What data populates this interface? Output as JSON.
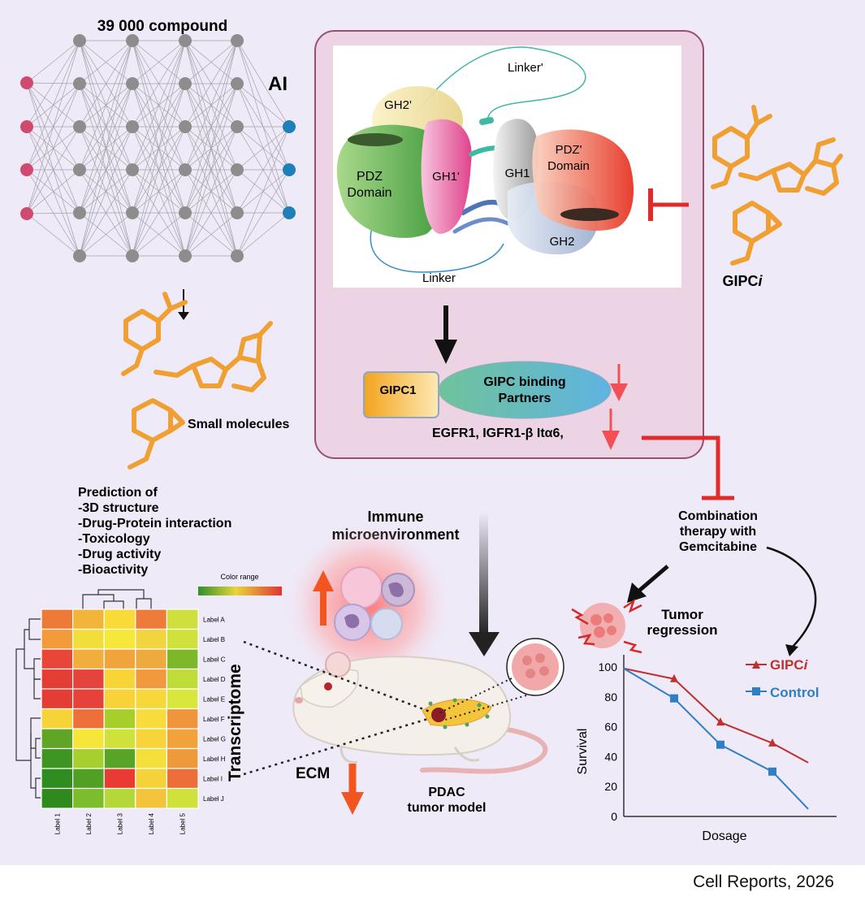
{
  "network": {
    "title": "39 000 compound",
    "ai_label": "AI"
  },
  "small_molecules": {
    "label": "Small molecules"
  },
  "prediction": {
    "lines": [
      "Prediction of",
      "-3D structure",
      "-Drug-Protein interaction",
      "-Toxicology",
      "-Drug activity",
      "-Bioactivity"
    ]
  },
  "protein": {
    "domains": {
      "gh2p": "GH2'",
      "gh1p": "GH1'",
      "gh1": "GH1",
      "gh2": "GH2",
      "pdz_left": [
        "PDZ",
        "Domain"
      ],
      "pdz_right": [
        "PDZ'",
        "Domain"
      ]
    },
    "linker_top": "Linker'",
    "linker_bottom": "Linker"
  },
  "binding": {
    "gipc1": "GIPC1",
    "partners": [
      "GIPC binding",
      "Partners"
    ],
    "targets": "EGFR1, IGFR1-β Itα6,"
  },
  "inhibitor": {
    "label": "GIPC",
    "label_suffix": "i"
  },
  "immune": {
    "label": [
      "Immune",
      "microenvironment"
    ]
  },
  "combination": {
    "label": [
      "Combination",
      "therapy with",
      "Gemcitabine"
    ]
  },
  "tumor": {
    "regression": [
      "Tumor",
      "regression"
    ],
    "model": [
      "PDAC",
      "tumor model"
    ]
  },
  "ecm": {
    "label": "ECM"
  },
  "heatmap": {
    "color_range_label": "Color range",
    "side_label": "Transcriptome",
    "row_labels": [
      "Label A",
      "Label B",
      "Label C",
      "Label D",
      "Label E",
      "Label F",
      "Label G",
      "Label H",
      "Label I",
      "Label J"
    ],
    "col_labels": [
      "Label 1",
      "Label 2",
      "Label 3",
      "Label 4",
      "Label 5"
    ],
    "colors": [
      [
        "#ee7a38",
        "#f3b43a",
        "#f9da36",
        "#ef7b3a",
        "#cfe03e"
      ],
      [
        "#f39a3a",
        "#f2de3a",
        "#f6e838",
        "#f2d53e",
        "#cfe23c"
      ],
      [
        "#e9463a",
        "#f2ae3c",
        "#f2a43c",
        "#eeaa3c",
        "#7cb829"
      ],
      [
        "#e33d34",
        "#e5443c",
        "#f7d537",
        "#f0993d",
        "#bfdc3a"
      ],
      [
        "#e33d34",
        "#e6423a",
        "#f8d239",
        "#f7d83a",
        "#d9e63b"
      ],
      [
        "#f7d33a",
        "#ee6f3a",
        "#a6cf2c",
        "#f8dc3c",
        "#f0953b"
      ],
      [
        "#5fa626",
        "#f6e63a",
        "#cfe13b",
        "#f7d43a",
        "#f1a23b"
      ],
      [
        "#3e9521",
        "#a7d02e",
        "#58a426",
        "#f5df3a",
        "#ee9a3a"
      ],
      [
        "#2f8d1f",
        "#50a025",
        "#e93b33",
        "#f6d23a",
        "#ee6e3a"
      ],
      [
        "#2f8a1e",
        "#7bbd2a",
        "#b4d83a",
        "#f3c33a",
        "#cfe23c"
      ]
    ]
  },
  "survival_chart_data": {
    "type": "line",
    "xlabel": "Dosage",
    "ylabel": "Survival",
    "ylim": [
      0,
      100
    ],
    "yticks": [
      0,
      20,
      40,
      60,
      80,
      100
    ],
    "series": [
      {
        "name": "GIPC",
        "name_suffix": "i",
        "color": "#c0312e",
        "marker": "triangle",
        "values": [
          99,
          92,
          63,
          49,
          36
        ]
      },
      {
        "name": "Control",
        "color": "#2f7fc6",
        "marker": "square",
        "values": [
          99,
          79,
          48,
          30,
          5
        ]
      }
    ]
  },
  "colors": {
    "inhibit": "#e12b2b",
    "molecule": "#f0a032",
    "down_arrow": "#f25055",
    "panel_border": "#9b4f6e"
  },
  "footer": {
    "citation": "Cell Reports, 2026"
  }
}
